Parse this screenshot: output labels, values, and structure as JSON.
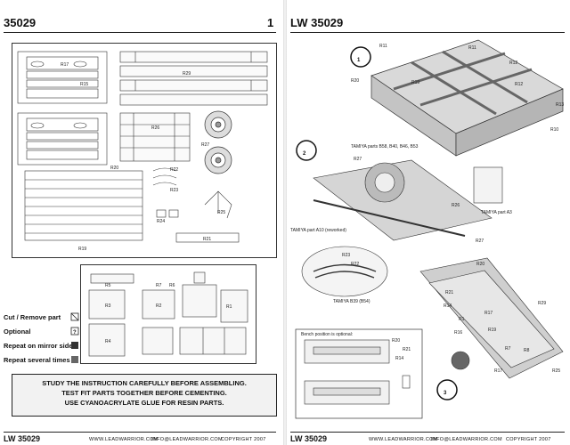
{
  "left_page": {
    "code": "35029",
    "page_number": "1",
    "legend": {
      "cut_remove": "Cut / Remove part",
      "optional": "Optional",
      "repeat_mirror": "Repeat on mirror side",
      "repeat_several": "Repeat several times"
    },
    "notice": {
      "line1": "STUDY THE INSTRUCTION CAREFULLY BEFORE ASSEMBLING.",
      "line2": "TEST FIT PARTS TOGETHER BEFORE CEMENTING.",
      "line3": "USE CYANOACRYLATE GLUE FOR RESIN PARTS."
    },
    "footer": {
      "code": "LW 35029",
      "website": "WWW.LEADWARRIOR.COM",
      "email": "INFO@LEADWARRIOR.COM",
      "copyright": "COPYRIGHT 2007"
    },
    "part_labels": {
      "r29": "R29",
      "r26": "R26",
      "r27": "R27",
      "r22": "R22",
      "r23": "R23",
      "r24": "R24",
      "r25": "R25",
      "r21": "R21",
      "r19": "R19",
      "r20": "R20",
      "r17": "R17",
      "r15": "R15",
      "r1": "R1",
      "r2": "R2",
      "r3": "R3",
      "r4": "R4",
      "r5": "R5",
      "r6": "R6",
      "r7": "R7"
    }
  },
  "right_page": {
    "code": "LW 35029",
    "steps": [
      "1",
      "2",
      "3"
    ],
    "step1_labels": [
      "R11",
      "R11",
      "R12",
      "R12",
      "R19",
      "R20",
      "R13",
      "R10"
    ],
    "step2_labels": {
      "tamiya_parts": "TAMIYA parts B58, B40, B46, B53",
      "r27": "R27",
      "r26": "R26",
      "part_a3": "TAMIYA part A3",
      "r27b": "R27",
      "part_a10": "TAMIYA part A10 (reworked)",
      "r23": "R23",
      "r22": "R22",
      "tamiya_b39": "TAMIYA B39 (B54)"
    },
    "step3_labels": [
      "R20",
      "R21",
      "R14",
      "R1",
      "R16",
      "R17",
      "R29",
      "R19",
      "R7",
      "R8",
      "R17",
      "R25"
    ],
    "bench_note": "Bench position is optional:",
    "bench_labels": [
      "R20",
      "R21",
      "R14"
    ],
    "footer": {
      "code": "LW 35029",
      "website": "WWW.LEADWARRIOR.COM",
      "email": "INFO@LEADWARRIOR.COM",
      "copyright": "COPYRIGHT 2007"
    }
  }
}
